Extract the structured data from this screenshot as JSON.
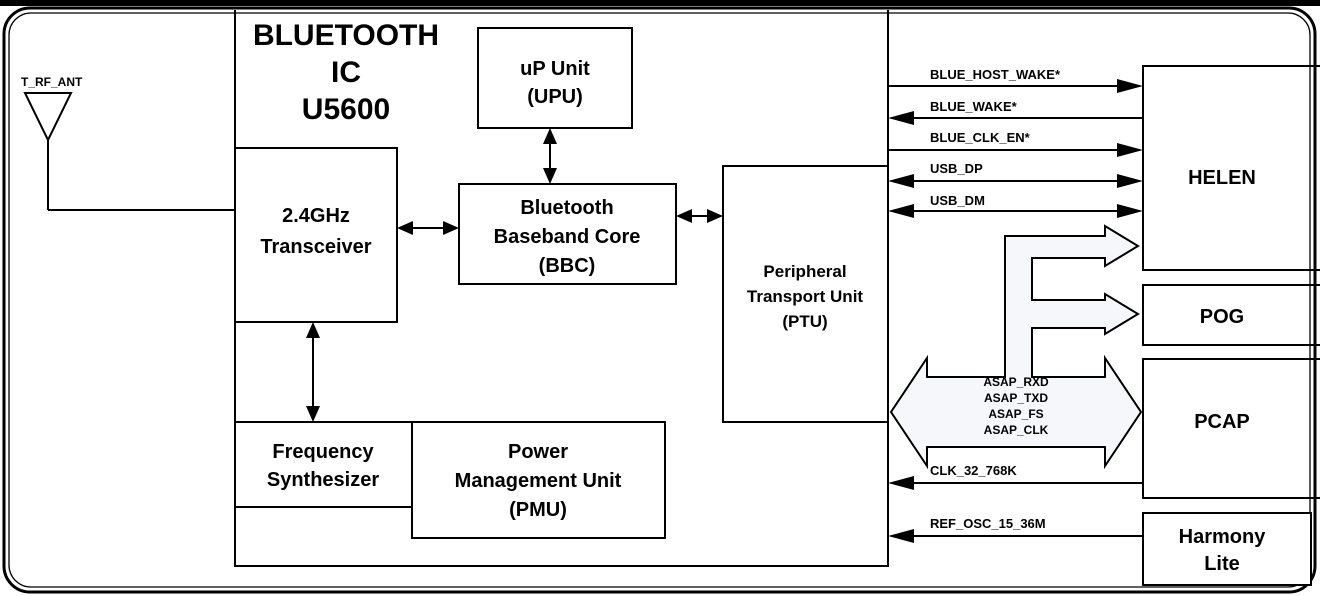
{
  "antenna_label": "T_RF_ANT",
  "ic": {
    "title_lines": [
      "BLUETOOTH",
      "IC",
      "U5600"
    ]
  },
  "blocks": {
    "upu": [
      "uP Unit",
      "(UPU)"
    ],
    "transceiver": [
      "2.4GHz",
      "Transceiver"
    ],
    "bbc": [
      "Bluetooth",
      "Baseband Core",
      "(BBC)"
    ],
    "ptu": [
      "Peripheral",
      "Transport Unit",
      "(PTU)"
    ],
    "freq": [
      "Frequency",
      "Synthesizer"
    ],
    "pmu": [
      "Power",
      "Management Unit",
      "(PMU)"
    ]
  },
  "external": {
    "helen": [
      "HELEN"
    ],
    "pog": [
      "POG"
    ],
    "pcap": [
      "PCAP"
    ],
    "harmony": [
      "Harmony",
      "Lite"
    ]
  },
  "signals": {
    "blue_host_wake": "BLUE_HOST_WAKE*",
    "blue_wake": "BLUE_WAKE*",
    "blue_clk_en": "BLUE_CLK_EN*",
    "usb_dp": "USB_DP",
    "usb_dm": "USB_DM",
    "clk_32": "CLK_32_768K",
    "ref_osc": "REF_OSC_15_36M"
  },
  "asap_bus": [
    "ASAP_RXD",
    "ASAP_TXD",
    "ASAP_FS",
    "ASAP_CLK"
  ],
  "colors": {
    "line": "#000000",
    "bus_fill": "#f6f7fb",
    "background": "#ffffff"
  }
}
